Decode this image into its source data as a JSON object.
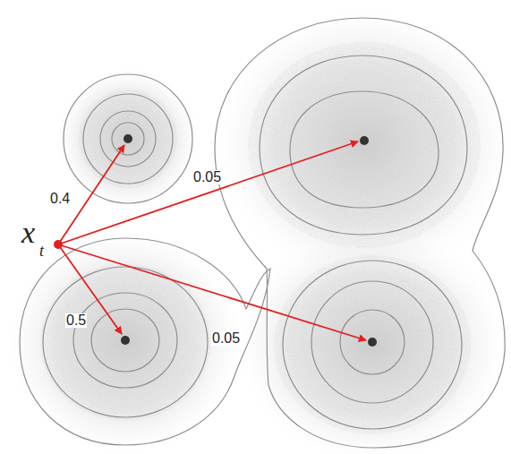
{
  "diagram": {
    "labels": [
      "x",
      "t",
      "0.4",
      "0.05",
      "0.5",
      "0.05"
    ]
  }
}
